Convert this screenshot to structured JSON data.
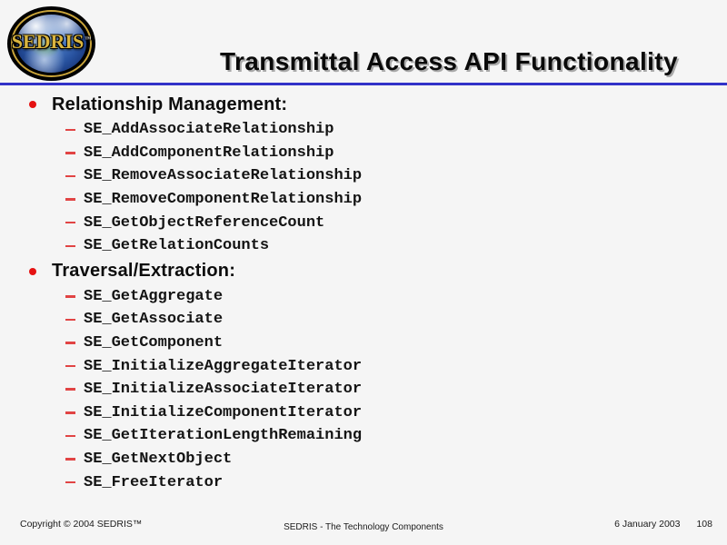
{
  "slide": {
    "title": "Transmittal Access API Functionality",
    "logo": {
      "text": "SEDRIS",
      "tm": "™"
    },
    "sections": [
      {
        "heading": "Relationship Management:",
        "items": [
          "SE_AddAssociateRelationship",
          "SE_AddComponentRelationship",
          "SE_RemoveAssociateRelationship",
          "SE_RemoveComponentRelationship",
          "SE_GetObjectReferenceCount",
          "SE_GetRelationCounts"
        ]
      },
      {
        "heading": "Traversal/Extraction:",
        "items": [
          "SE_GetAggregate",
          "SE_GetAssociate",
          "SE_GetComponent",
          "SE_InitializeAggregateIterator",
          "SE_InitializeAssociateIterator",
          "SE_InitializeComponentIterator",
          "SE_GetIterationLengthRemaining",
          "SE_GetNextObject",
          "SE_FreeIterator"
        ]
      }
    ],
    "footer": {
      "copyright": "Copyright © 2004 SEDRIS™",
      "center": "SEDRIS - The Technology Components",
      "date": "6 January 2003",
      "page": "108"
    },
    "colors": {
      "background": "#f5f5f5",
      "accent_blue": "#3232c8",
      "bullet_red": "#e51212",
      "dash_red": "#e14444",
      "logo_gold": "#d9b53f"
    }
  }
}
